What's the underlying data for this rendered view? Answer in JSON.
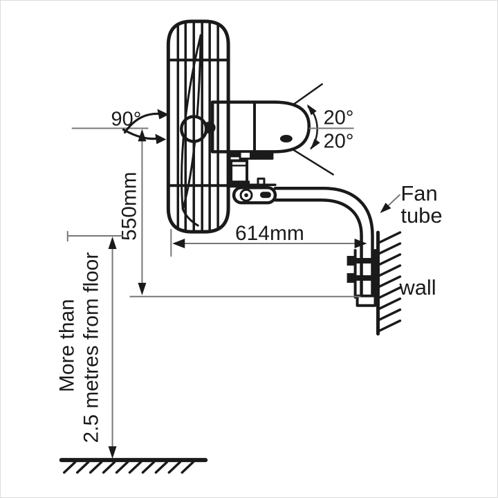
{
  "title": "Wall-mounted fan installation diagram",
  "labels": {
    "swivel_angle": "90°",
    "tilt_angle_up": "20°",
    "tilt_angle_down": "20°",
    "height_dimension": "550mm",
    "depth_dimension": "614mm",
    "fan_tube_line1": "Fan",
    "fan_tube_line2": "tube",
    "wall": "wall",
    "clearance_line1": "More than",
    "clearance_line2": "2.5 metres from floor"
  },
  "colors": {
    "ink": "#1a1a1a",
    "dimension_line": "#777777",
    "background": "#ffffff"
  }
}
